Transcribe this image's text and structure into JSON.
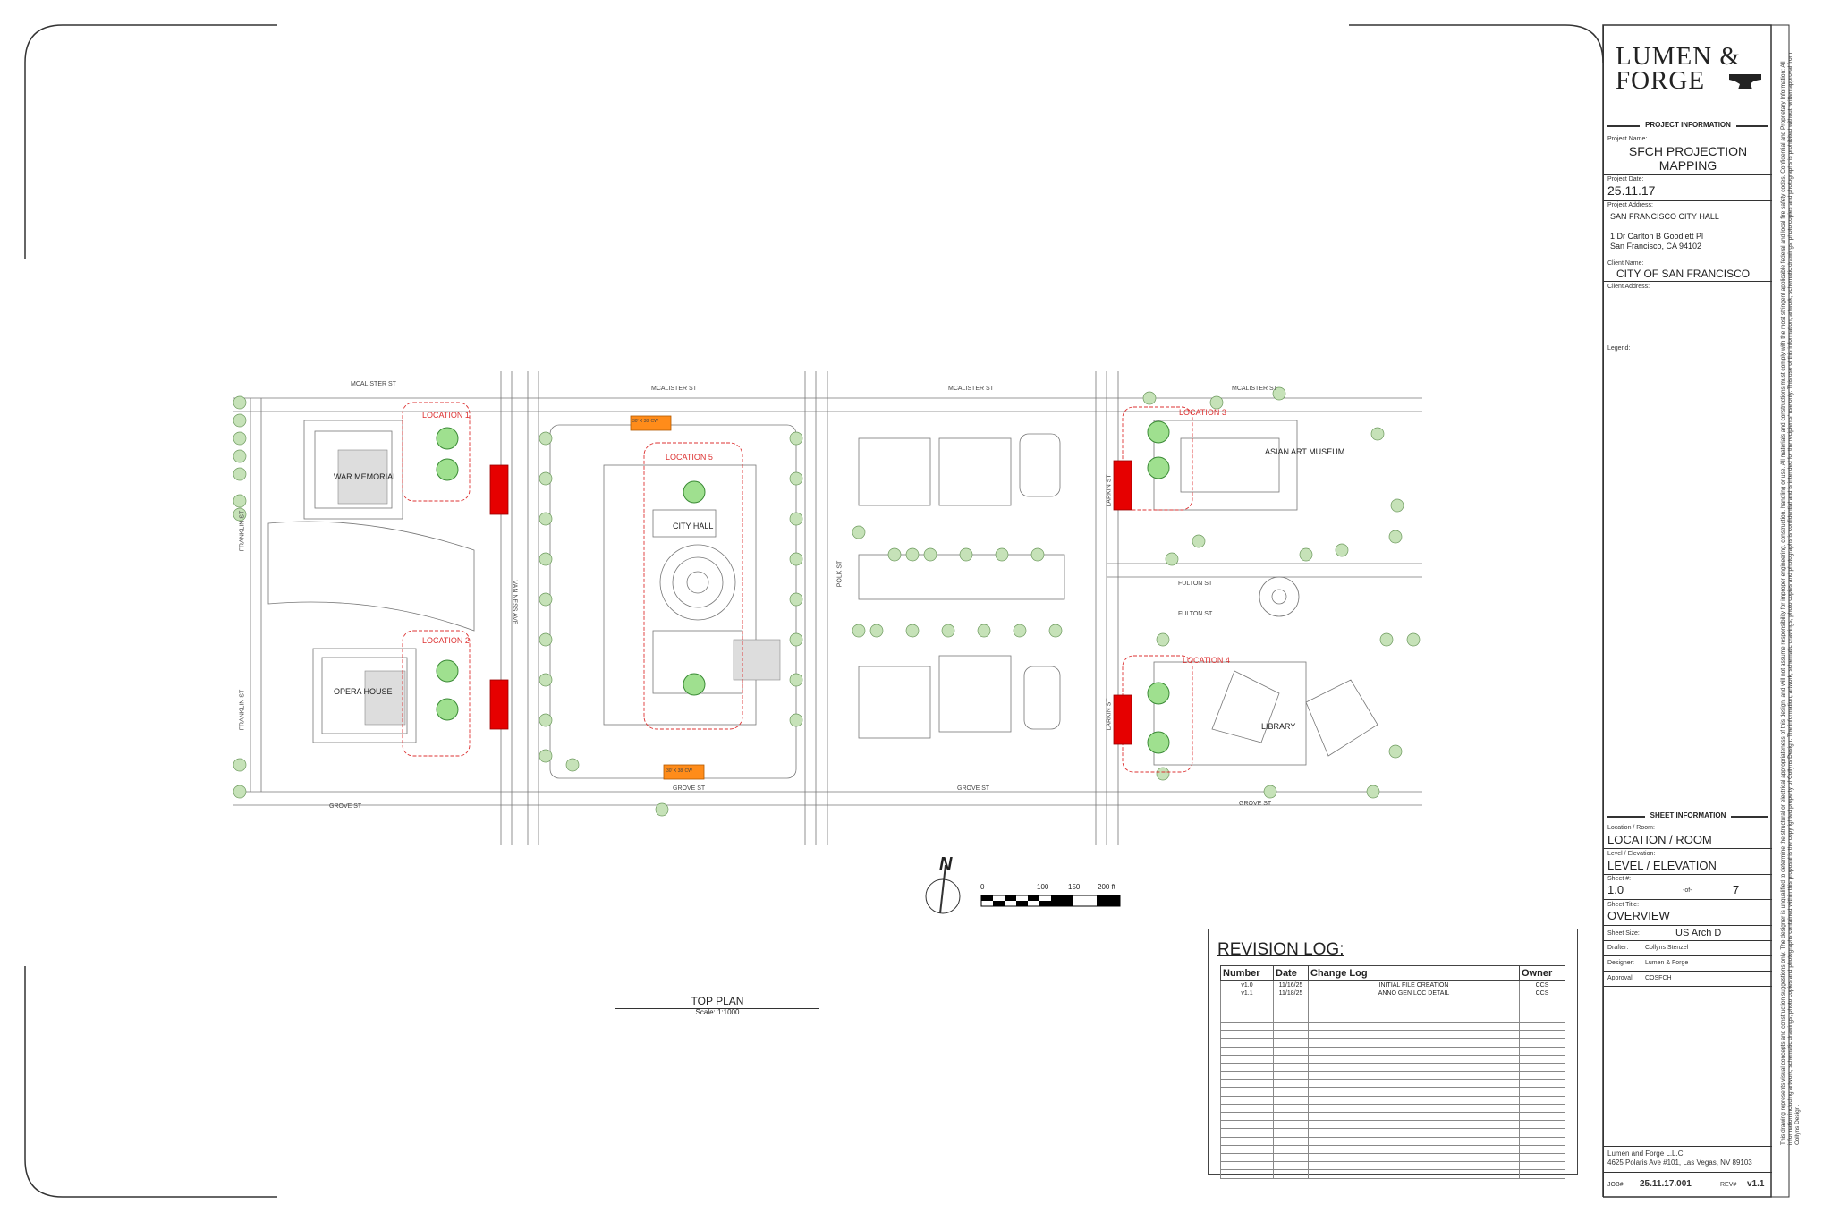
{
  "logo": {
    "line1": "LUMEN &",
    "line2": "FORGE"
  },
  "project_info": {
    "heading": "PROJECT INFORMATION",
    "project_name_label": "Project Name:",
    "project_name": "SFCH PROJECTION MAPPING",
    "project_date_label": "Project Date:",
    "project_date": "25.11.17",
    "project_address_label": "Project Address:",
    "address_line1": "SAN FRANCISCO CITY HALL",
    "address_line2": "1 Dr Carlton B Goodlett Pl",
    "address_line3": "San Francisco, CA 94102",
    "client_name_label": "Client Name:",
    "client_name": "CITY OF SAN FRANCISCO",
    "client_address_label": "Client Address:",
    "legend_label": "Legend:"
  },
  "sheet_info": {
    "heading": "SHEET INFORMATION",
    "location_label": "Location / Room:",
    "location": "LOCATION / ROOM",
    "level_label": "Level / Elevation:",
    "level": "LEVEL / ELEVATION",
    "sheet_num_label": "Sheet #:",
    "sheet_num": "1.0",
    "of_label": "-of-",
    "sheet_total": "7",
    "sheet_title_label": "Sheet Title:",
    "sheet_title": "OVERVIEW",
    "sheet_size_label": "Sheet Size:",
    "sheet_size": "US Arch D",
    "drafter_label": "Drafter:",
    "drafter": "Collyns Stenzel",
    "designer_label": "Designer:",
    "designer": "Lumen & Forge",
    "approval_label": "Approval:",
    "approval": "COSFCH"
  },
  "company": {
    "name": "Lumen and Forge L.L.C.",
    "address": "4625 Polaris Ave #101, Las Vegas, NV 89103"
  },
  "job": {
    "job_label": "JOB#",
    "job_num": "25.11.17.001",
    "rev_label": "REV#",
    "rev": "v1.1"
  },
  "disclaimer": "This drawing represents visual concepts and construction suggestions only. The designer is unqualified to determine the structural or electrical appropriateness of this design, and will not assume responsibility for improper engineering, construction, handling or use. All materials and constructions must comply with the most stringent applicable federal and local fire safety codes. Confidential and Proprietary Information: All information including artwork, schematic drawings, photo copies and photographs contained within this proposal is the copyrighted property of Collyns Design. The information, artwork, schematic drawings, photo copies and photographs is confidential and is intended for the recipients' use only. This use of this information, artwork, schematic drawings, photo copies and photographs is prohibited without written approval from Collyns Design.",
  "revision_log": {
    "title": "REVISION LOG:",
    "headers": [
      "Number",
      "Date",
      "Change Log",
      "Owner"
    ],
    "rows": [
      [
        "v1.0",
        "11/16/25",
        "INITIAL FILE CREATION",
        "CCS"
      ],
      [
        "v1.1",
        "11/18/25",
        "ANNO GEN LOC DETAIL",
        "CCS"
      ]
    ]
  },
  "plan": {
    "title": "TOP PLAN",
    "scale": "Scale: 1:1000",
    "north": "N",
    "scale_bar": [
      "0",
      "100",
      "150",
      "200 ft"
    ],
    "streets": {
      "mcalister": "MCALISTER ST",
      "grove": "GROVE ST",
      "franklin": "FRANKLIN ST",
      "van_ness": "VAN NESS AVE",
      "polk": "POLK ST",
      "larkin": "LARKIN ST",
      "fulton": "FULTON ST"
    },
    "buildings": {
      "war_memorial": "WAR MEMORIAL",
      "opera_house": "OPERA HOUSE",
      "city_hall": "CITY HALL",
      "asian_art": "ASIAN ART MUSEUM",
      "library": "LIBRARY"
    },
    "locations": [
      "LOCATION 1",
      "LOCATION 2",
      "LOCATION 3",
      "LOCATION 4",
      "LOCATION 5"
    ],
    "truck_label": "30' X 38' CW"
  }
}
